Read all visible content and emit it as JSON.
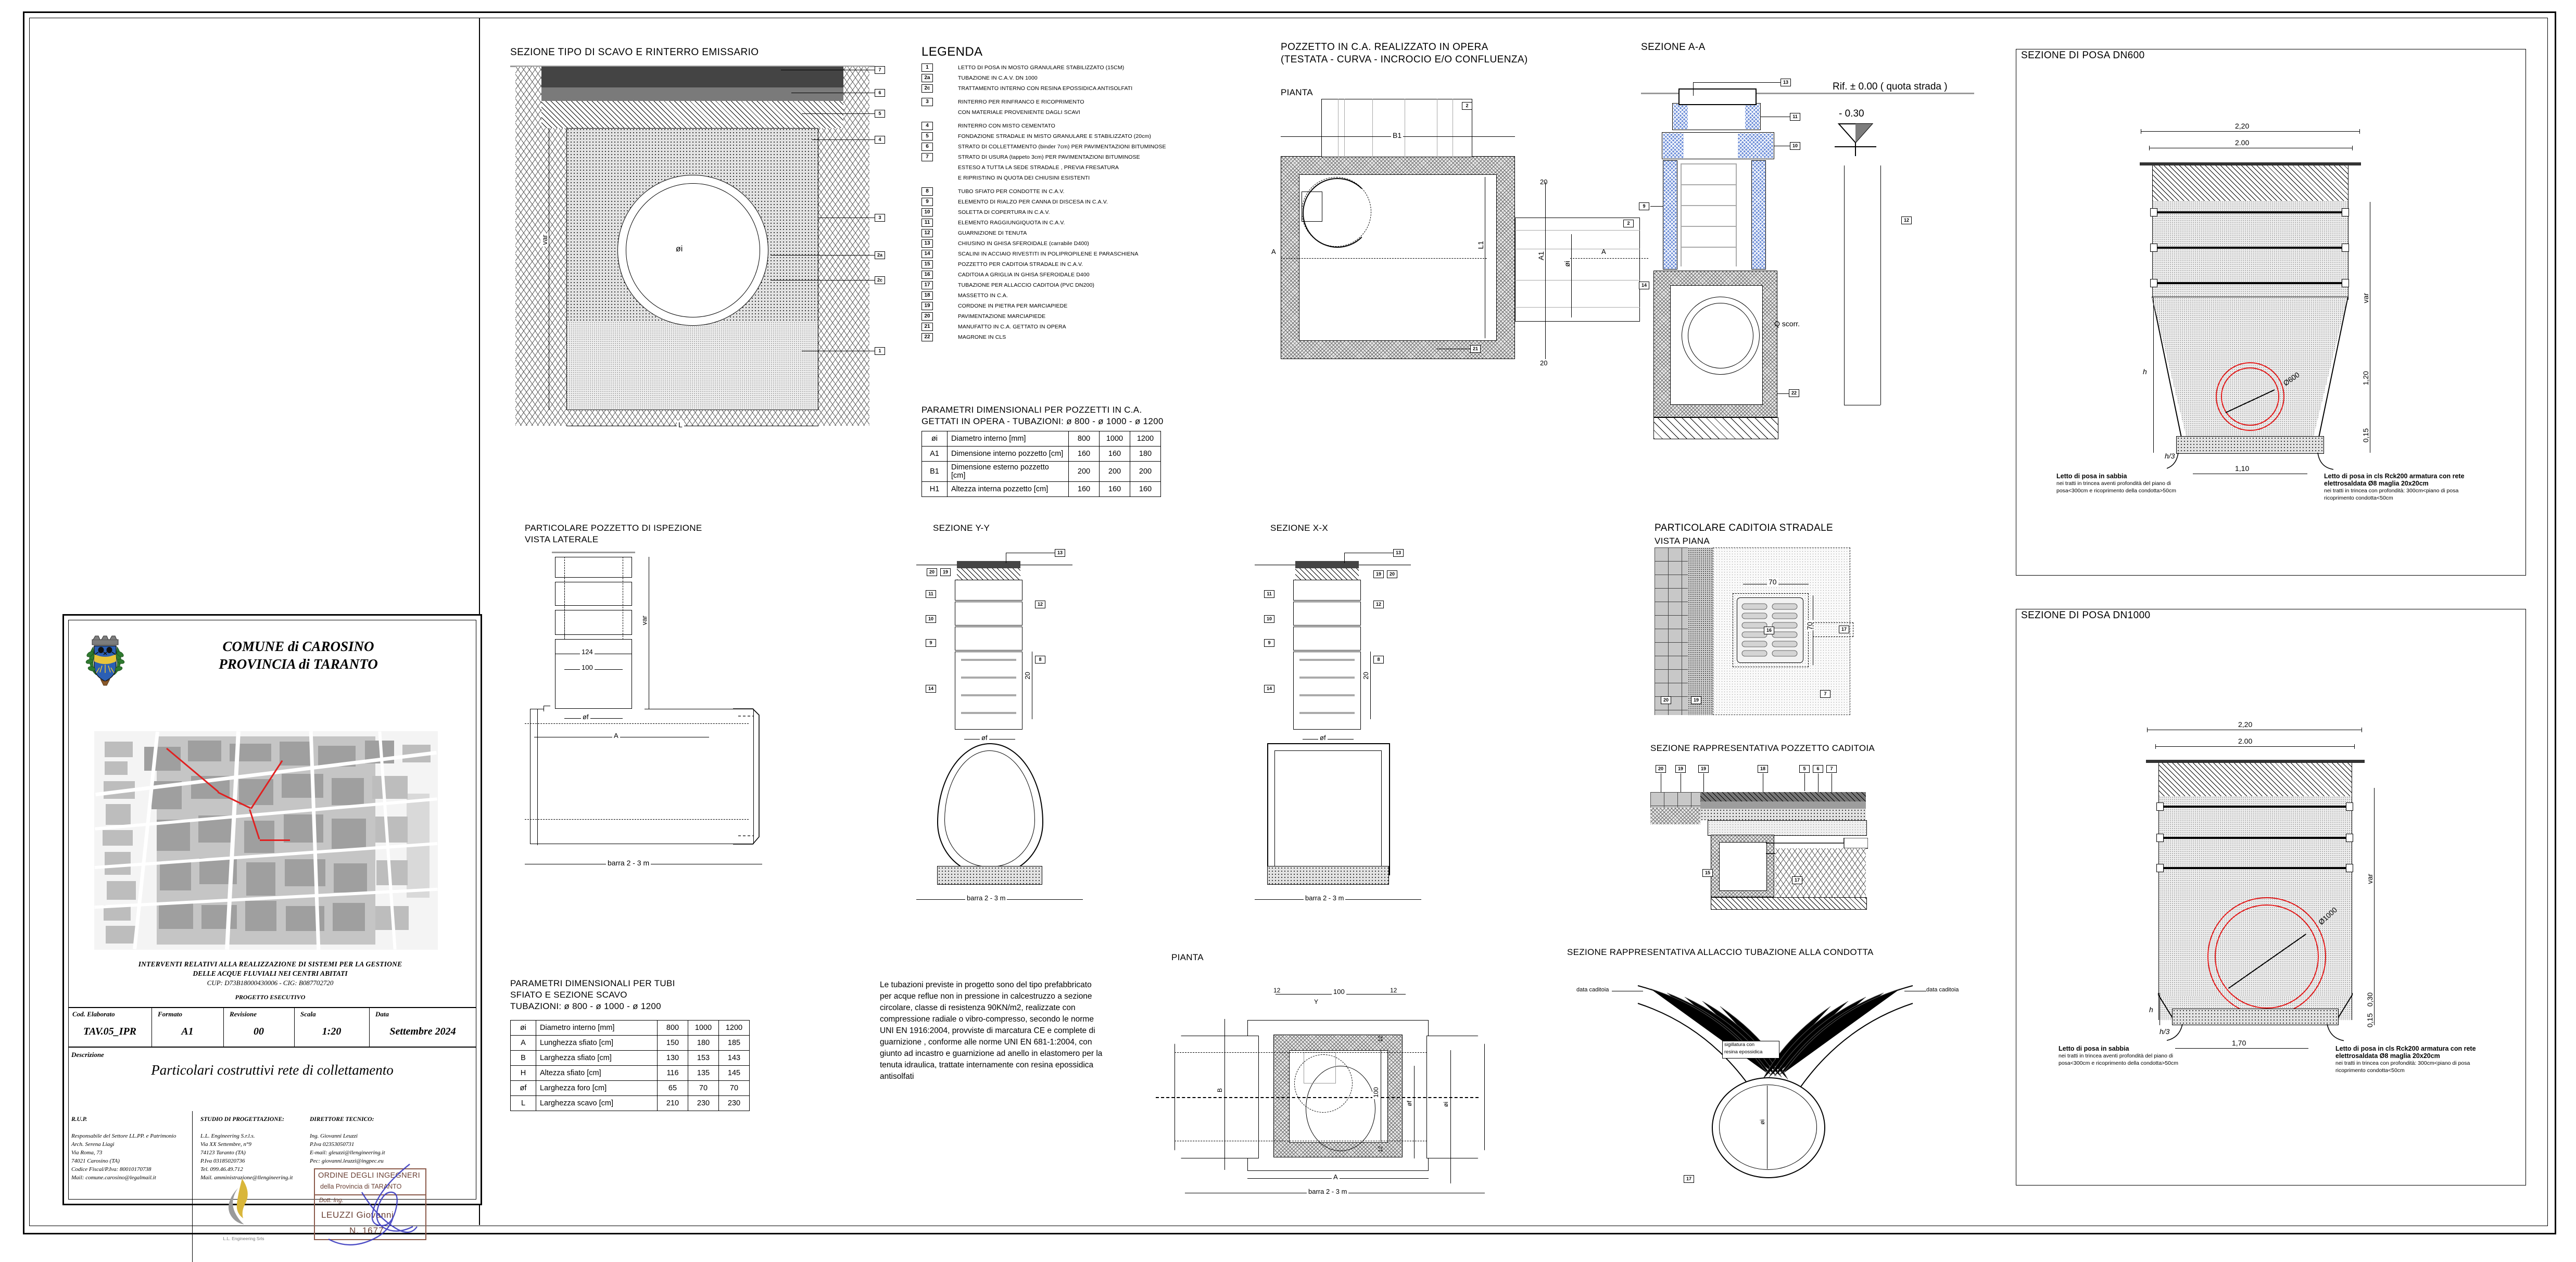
{
  "sheet": {
    "drawing_title": "Particolari costruttivi rete di collettamento"
  },
  "titleblock": {
    "municipality_line1": "COMUNE di CAROSINO",
    "municipality_line2": "PROVINCIA di TARANTO",
    "project_line1": "INTERVENTI RELATIVI ALLA REALIZZAZIONE DI SISTEMI PER LA GESTIONE",
    "project_line2": "DELLE ACQUE FLUVIALI NEI CENTRI ABITATI",
    "project_line3": "CUP: D73B18000430006 - CIG: B087702720",
    "project_phase": "PROGETTO ESECUTIVO",
    "fields": [
      {
        "label": "Cod. Elaborato",
        "value": "TAV.05_IPR"
      },
      {
        "label": "Formato",
        "value": "A1"
      },
      {
        "label": "Revisione",
        "value": "00"
      },
      {
        "label": "Scala",
        "value": "1:20"
      },
      {
        "label": "Data",
        "value": "Settembre 2024"
      }
    ],
    "description_label": "Descrizione",
    "rup": {
      "heading": "R.U.P.",
      "lines": [
        "Responsabile del Settore LL.PP. e Patrimonio",
        "Arch. Serena Liagi",
        "Via Roma, 73",
        "74021 Carosino (TA)",
        "Codice Fiscal/P.Iva: 80010170738",
        "Mail: comune.carosino@legalmail.it"
      ]
    },
    "studio": {
      "heading": "STUDIO DI PROGETTAZIONE:",
      "lines": [
        "L.L. Engineering S.r.l.s.",
        "Via XX Settembre, n°9",
        "74123 Taranto (TA)",
        "P.Iva 03185020736",
        "Tel. 099.46.49.712",
        "Mail. amministrazione@llengineering.it"
      ],
      "logo_caption": "L.L. Engineering Srls"
    },
    "direttore": {
      "heading": "DIRETTORE TECNICO:",
      "lines": [
        "Ing. Giovanni Leuzzi",
        "P.Iva 02353050731",
        "E-mail: gleuzzi@llengineering.it",
        "Pec: giovanni.leuzzi@ingpec.eu"
      ]
    },
    "stamp": {
      "line1": "ORDINE DEGLI INGEGNERI",
      "line2": "della Provincia di TARANTO",
      "line3": "Dott. Ing.",
      "line4": "LEUZZI Giovanni",
      "line5": "N. 1677"
    }
  },
  "legend": {
    "title": "LEGENDA",
    "items": [
      {
        "n": "1",
        "text": "LETTO DI POSA IN MOSTO GRANULARE STABILIZZATO (15CM)"
      },
      {
        "n": "2a",
        "text": "TUBAZIONE IN C.A.V. DN 1000"
      },
      {
        "n": "2c",
        "text": "TRATTAMENTO INTERNO CON RESINA EPOSSIDICA ANTISOLFATI"
      },
      {
        "n": "3",
        "text": "RINTERRO PER RINFRANCO E RICOPRIMENTO"
      },
      {
        "n": "",
        "text": "CON MATERIALE PROVENIENTE DAGLI SCAVI"
      },
      {
        "n": "4",
        "text": "RINTERRO CON MISTO CEMENTATO"
      },
      {
        "n": "5",
        "text": "FONDAZIONE STRADALE IN MISTO GRANULARE E STABILIZZATO (20cm)"
      },
      {
        "n": "6",
        "text": "STRATO DI COLLETTAMENTO (binder 7cm) PER PAVIMENTAZIONI BITUMINOSE"
      },
      {
        "n": "7",
        "text": "STRATO DI USURA (tappeto 3cm) PER PAVIMENTAZIONI BITUMINOSE"
      },
      {
        "n": "",
        "text": "ESTESO A TUTTA LA SEDE STRADALE , PREVIA FRESATURA"
      },
      {
        "n": "",
        "text": " E RIPRISTINO IN QUOTA DEI CHIUSINI ESISTENTI"
      },
      {
        "n": "8",
        "text": "TUBO SFIATO PER CONDOTTE IN C.A.V."
      },
      {
        "n": "9",
        "text": "ELEMENTO DI RIALZO PER CANNA DI DISCESA IN C.A.V."
      },
      {
        "n": "10",
        "text": "SOLETTA DI COPERTURA IN C.A.V."
      },
      {
        "n": "11",
        "text": "ELEMENTO RAGGIUNGIQUOTA IN C.A.V."
      },
      {
        "n": "12",
        "text": "GUARNIZIONE DI TENUTA"
      },
      {
        "n": "13",
        "text": "CHIUSINO IN GHISA SFEROIDALE (carrabile D400)"
      },
      {
        "n": "14",
        "text": "SCALINI IN ACCIAIO RIVESTITI IN POLIPROPILENE E PARASCHIENA"
      },
      {
        "n": "15",
        "text": "POZZETTO PER CADITOIA STRADALE IN C.A.V."
      },
      {
        "n": "16",
        "text": "CADITOIA A GRIGLIA IN GHISA SFEROIDALE D400"
      },
      {
        "n": "17",
        "text": "TUBAZIONE PER ALLACCIO CADITOIA (PVC DN200)"
      },
      {
        "n": "18",
        "text": "MASSETTO IN C.A."
      },
      {
        "n": "19",
        "text": "CORDONE IN PIETRA PER MARCIAPIEDE"
      },
      {
        "n": "20",
        "text": "PAVIMENTAZIONE MARCIAPIEDE"
      },
      {
        "n": "21",
        "text": "MANUFATTO IN C.A. GETTATO IN OPERA"
      },
      {
        "n": "22",
        "text": "MAGRONE IN CLS"
      }
    ]
  },
  "drawings": {
    "scavo": {
      "title": "SEZIONE TIPO DI SCAVO E RINTERRO EMISSARIO"
    },
    "pozzetto_opera": {
      "title_l1": "POZZETTO IN C.A. REALIZZATO IN OPERA",
      "title_l2": "(TESTATA - CURVA - INCROCIO E/O CONFLUENZA)",
      "view": "PIANTA",
      "labels": {
        "A": "A",
        "B1": "B1",
        "L1": "L1",
        "A1": "A1",
        "oi": "øi",
        "t20a": "20",
        "t20b": "20"
      }
    },
    "sezione_aa": {
      "title": "SEZIONE A-A",
      "ref_level": "Rif. ± 0.00 ( quota strada )",
      "water_level": "- 0.30",
      "flow_label": "Q scorr."
    },
    "posa_dn600": {
      "title": "SEZIONE DI POSA DN600",
      "dim_top_outer": "2,20",
      "dim_top_inner": "2.00",
      "dim_var": "var",
      "dim_120": "1,20",
      "dim_015": "0,15",
      "dim_bottom": "1,10",
      "pipe_label": "Ø600",
      "h_label": "h",
      "h3_label": "h/3",
      "note_left_title": "Letto di posa in sabbia",
      "note_left_body": "nei tratti in trincea aventi profondità del piano di posa<300cm e ricoprimento della condotta>50cm",
      "note_right_title": "Letto di posa in cls Rck200 armatura con rete elettrosaldata Ø8 maglia 20x20cm",
      "note_right_body": "nei tratti in trincea con profondità: 300cm<piano di posa ricoprimento condotta<50cm"
    },
    "posa_dn1000": {
      "title": "SEZIONE DI POSA DN1000",
      "dim_top_outer": "2,20",
      "dim_top_inner": "2.00",
      "dim_var": "var",
      "dim_030": "0,30",
      "dim_015": "0,15",
      "dim_bottom": "1,70",
      "pipe_label": "Ø1000",
      "h_label": "h",
      "h3_label": "h/3",
      "note_left_title": "Letto di posa in sabbia",
      "note_left_body": "nei tratti in trincea aventi profondità del piano di posa<300cm e ricoprimento della condotta>50cm",
      "note_right_title": "Letto di posa in cls Rck200 armatura con rete elettrosaldata Ø8 maglia 20x20cm",
      "note_right_body": "nei tratti in trincea con profondità: 300cm<piano di posa ricoprimento condotta<50cm"
    },
    "pozzetto_ispezione": {
      "title_l1": "PARTICOLARE POZZETTO DI ISPEZIONE",
      "title_l2": "VISTA LATERALE",
      "dim_124": "124",
      "dim_100": "100",
      "dim_of": "øf",
      "dim_A": "A",
      "dim_var": "var",
      "dim_barra": "barra 2 - 3 m"
    },
    "sezione_yy": {
      "title": "SEZIONE Y-Y",
      "dim_20": "20",
      "dim_of": "øf"
    },
    "sezione_xx": {
      "title": "SEZIONE X-X",
      "dim_20": "20",
      "dim_of": "øf"
    },
    "caditoia": {
      "title_l1": "PARTICOLARE CADITOIA STRADALE",
      "title_l2": "VISTA PIANA",
      "dim_w": "70",
      "dim_h": "70"
    },
    "sez_pozzetto_caditoia": {
      "title": "SEZIONE RAPPRESENTATIVA POZZETTO CADITOIA"
    },
    "pianta_ispezione": {
      "view": "PIANTA",
      "dim_100_h": "100",
      "dim_100_v": "100",
      "dim_12": "12",
      "dim_A": "A",
      "dim_of": "øf",
      "dim_oi": "øi",
      "dim_B": "B",
      "dim_barra": "barra 2 - 3 m"
    },
    "allaccio": {
      "title": "SEZIONE RAPPRESENTATIVA ALLACCIO TUBAZIONE ALLA CONDOTTA",
      "label_left": "data caditoia",
      "label_right": "data caditoia",
      "label_center_l1": "sigillatura con",
      "label_center_l2": "resina epossidica",
      "label_oi": "øi"
    }
  },
  "tables": {
    "pozzetti": {
      "title_l1": "PARAMETRI DIMENSIONALI PER POZZETTI IN C.A.",
      "title_l2": "GETTATI IN OPERA - TUBAZIONI: ø 800 - ø 1000 - ø 1200",
      "rows": [
        {
          "key": "øi",
          "desc": "Diametro interno [mm]",
          "v": [
            "800",
            "1000",
            "1200"
          ]
        },
        {
          "key": "A1",
          "desc": "Dimensione interno pozzetto [cm]",
          "v": [
            "160",
            "160",
            "180"
          ]
        },
        {
          "key": "B1",
          "desc": "Dimensione esterno pozzetto [cm]",
          "v": [
            "200",
            "200",
            "200"
          ]
        },
        {
          "key": "H1",
          "desc": "Altezza interna pozzetto [cm]",
          "v": [
            "160",
            "160",
            "160"
          ]
        }
      ]
    },
    "tubi": {
      "title_l1": "PARAMETRI DIMENSIONALI PER TUBI",
      "title_l2": "SFIATO E SEZIONE SCAVO",
      "title_l3": "TUBAZIONI: ø 800 - ø 1000 - ø 1200",
      "rows": [
        {
          "key": "øi",
          "desc": "Diametro interno [mm]",
          "v": [
            "800",
            "1000",
            "1200"
          ]
        },
        {
          "key": "A",
          "desc": "Lunghezza sfiato [cm]",
          "v": [
            "150",
            "180",
            "185"
          ]
        },
        {
          "key": "B",
          "desc": "Larghezza sfiato [cm]",
          "v": [
            "130",
            "153",
            "143"
          ]
        },
        {
          "key": "H",
          "desc": "Altezza sfiato [cm]",
          "v": [
            "116",
            "135",
            "145"
          ]
        },
        {
          "key": "øf",
          "desc": "Larghezza foro [cm]",
          "v": [
            "65",
            "70",
            "70"
          ]
        },
        {
          "key": "L",
          "desc": "Larghezza scavo [cm]",
          "v": [
            "210",
            "230",
            "230"
          ]
        }
      ]
    }
  },
  "notes": {
    "pipes_spec": "Le tubazioni previste in progetto sono del tipo prefabbricato per acque reflue non in pressione in calcestruzzo a sezione circolare, classe di resistenza 90KN/m2, realizzate con compressione radiale o vibro-compresso, secondo le norme UNI EN 1916:2004, provviste di marcatura CE e complete di guarnizione , conforme alle norme UNI EN 681-1:2004, con giunto ad incastro e guarnizione ad anello in elastomero per la tenuta idraulica, trattate internamente con resina epossidica antisolfati"
  },
  "colors": {
    "red_pipe": "#e11818",
    "blue_element": "#6f8fd8",
    "road_gray": "#9a9a9a"
  }
}
